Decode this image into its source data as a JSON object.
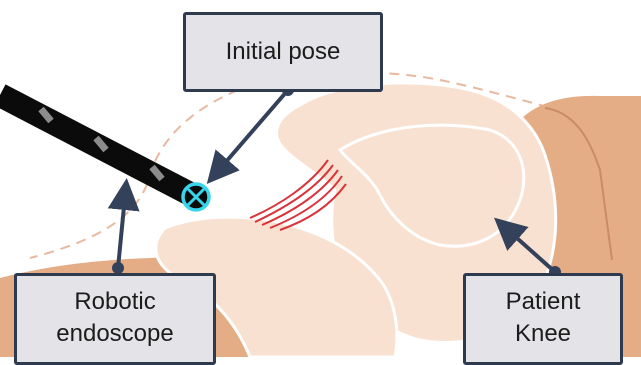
{
  "labels": {
    "initial_pose": "Initial pose",
    "robotic_endoscope": [
      "Robotic",
      "endoscope"
    ],
    "patient_knee": [
      "Patient",
      "Knee"
    ]
  },
  "colors": {
    "skin": "#f9e1d2",
    "skin_outline": "#ffffff",
    "thigh_shadow": "#e4ad86",
    "thigh_edge": "#c98c66",
    "ligament": "#d8343a",
    "endoscope": "#0b0b0b",
    "endoscope_band": "#8c8c8c",
    "marker": "#38d6ec",
    "arrow": "#34415a",
    "dashed": "#e7b9a0",
    "box_fill": "#e4e4e8",
    "box_border": "#2e3a4e"
  },
  "icons": {
    "target": "crosshair-target-icon"
  }
}
